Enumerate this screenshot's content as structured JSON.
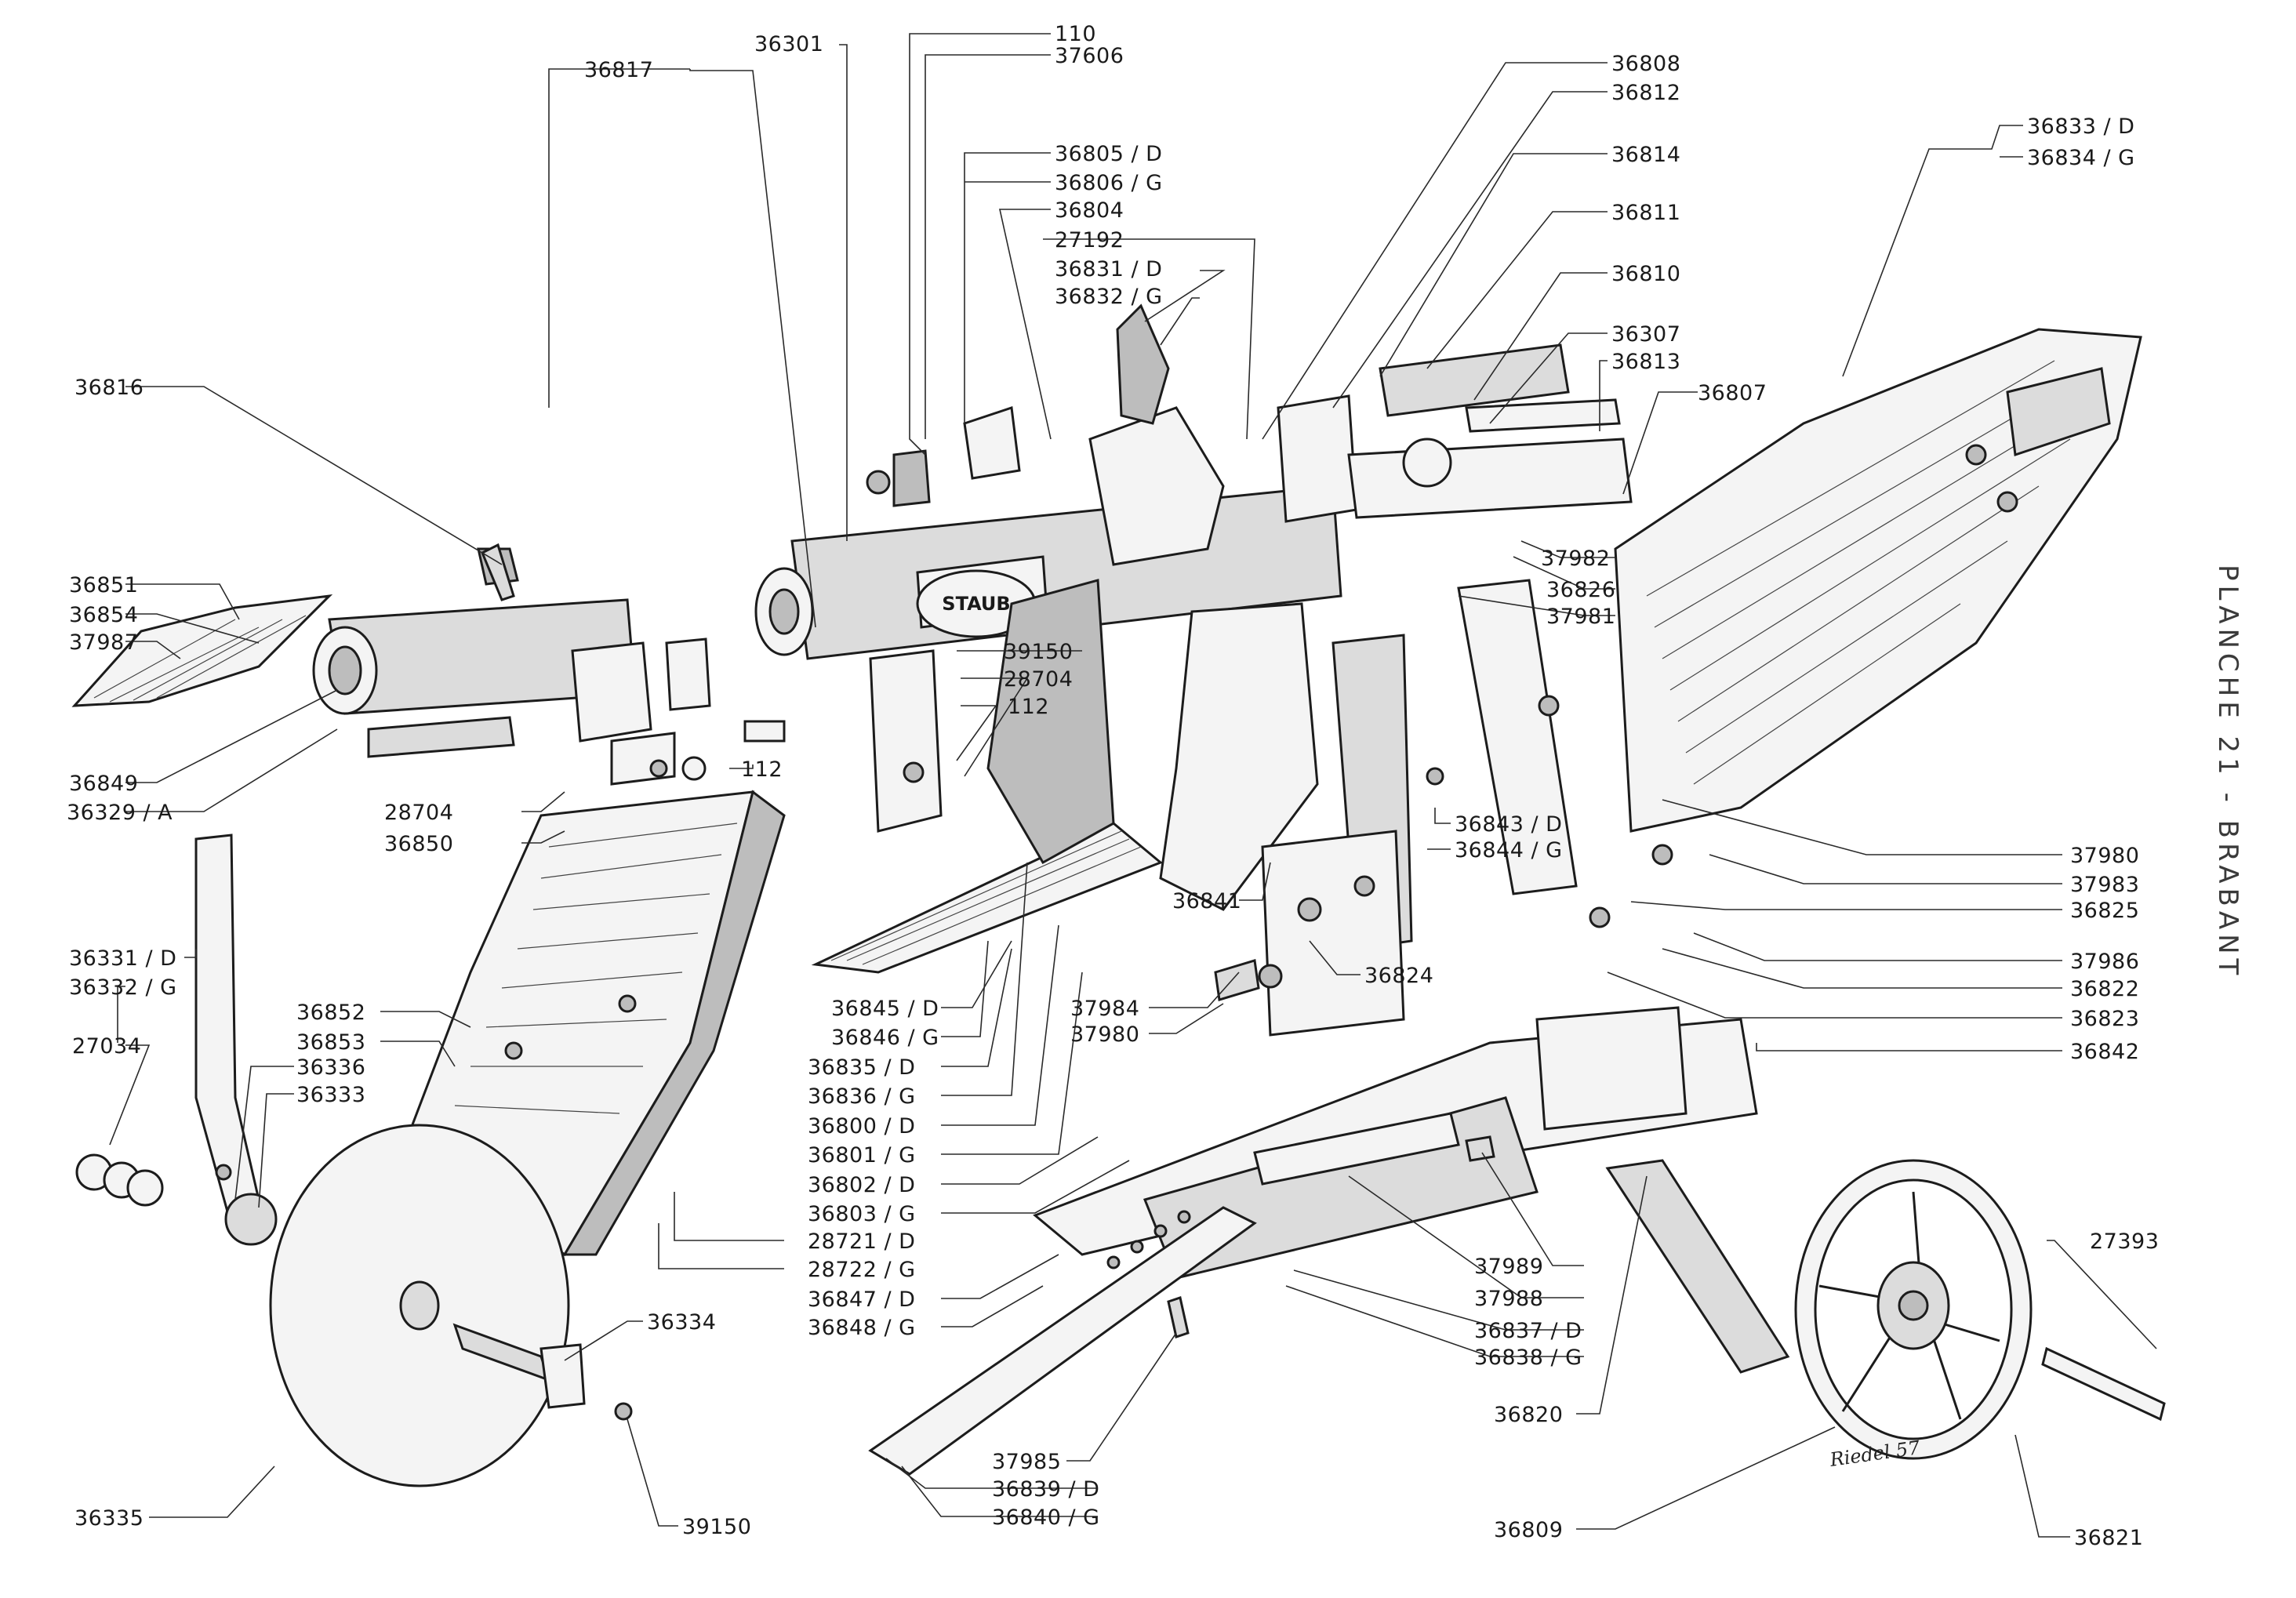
{
  "plate_title": "PLANCHE 21 - BRABANT",
  "brand_plate": "STAUB",
  "signature": "Riedel 57",
  "labels": [
    {
      "id": "l36301",
      "text": "36301"
    },
    {
      "id": "l110",
      "text": "110"
    },
    {
      "id": "l37606",
      "text": "37606"
    },
    {
      "id": "l36817",
      "text": "36817"
    },
    {
      "id": "l36805",
      "text": "36805 / D"
    },
    {
      "id": "l36806",
      "text": "36806 / G"
    },
    {
      "id": "l36804",
      "text": "36804"
    },
    {
      "id": "l27192",
      "text": "27192"
    },
    {
      "id": "l36831",
      "text": "36831 / D"
    },
    {
      "id": "l36832",
      "text": "36832 / G"
    },
    {
      "id": "l36808",
      "text": "36808"
    },
    {
      "id": "l36812",
      "text": "36812"
    },
    {
      "id": "l36814",
      "text": "36814"
    },
    {
      "id": "l36811",
      "text": "36811"
    },
    {
      "id": "l36810",
      "text": "36810"
    },
    {
      "id": "l36307",
      "text": "36307"
    },
    {
      "id": "l36813",
      "text": "36813"
    },
    {
      "id": "l36807",
      "text": "36807"
    },
    {
      "id": "l36833",
      "text": "36833 / D"
    },
    {
      "id": "l36834",
      "text": "36834 / G"
    },
    {
      "id": "l36816",
      "text": "36816"
    },
    {
      "id": "l36851",
      "text": "36851"
    },
    {
      "id": "l36854",
      "text": "36854"
    },
    {
      "id": "l37987",
      "text": "37987"
    },
    {
      "id": "l36849",
      "text": "36849"
    },
    {
      "id": "l36329",
      "text": "36329 / A"
    },
    {
      "id": "l39150a",
      "text": "39150"
    },
    {
      "id": "l28704a",
      "text": "28704"
    },
    {
      "id": "l112a",
      "text": "112"
    },
    {
      "id": "l112b",
      "text": "112"
    },
    {
      "id": "l28704b",
      "text": "28704"
    },
    {
      "id": "l36850",
      "text": "36850"
    },
    {
      "id": "l37982",
      "text": "37982"
    },
    {
      "id": "l36826",
      "text": "36826"
    },
    {
      "id": "l37981",
      "text": "37981"
    },
    {
      "id": "l36843",
      "text": "36843 / D"
    },
    {
      "id": "l36844",
      "text": "36844 / G"
    },
    {
      "id": "l36841",
      "text": "36841"
    },
    {
      "id": "l36824",
      "text": "36824"
    },
    {
      "id": "l37980a",
      "text": "37980"
    },
    {
      "id": "l37983",
      "text": "37983"
    },
    {
      "id": "l36825",
      "text": "36825"
    },
    {
      "id": "l37986",
      "text": "37986"
    },
    {
      "id": "l36822",
      "text": "36822"
    },
    {
      "id": "l36823",
      "text": "36823"
    },
    {
      "id": "l36842",
      "text": "36842"
    },
    {
      "id": "l36331",
      "text": "36331 / D"
    },
    {
      "id": "l36332",
      "text": "36332 / G"
    },
    {
      "id": "l27034",
      "text": "27034"
    },
    {
      "id": "l36852",
      "text": "36852"
    },
    {
      "id": "l36853",
      "text": "36853"
    },
    {
      "id": "l36336",
      "text": "36336"
    },
    {
      "id": "l36333",
      "text": "36333"
    },
    {
      "id": "l36845",
      "text": "36845 / D"
    },
    {
      "id": "l36846",
      "text": "36846 / G"
    },
    {
      "id": "l36835",
      "text": "36835 / D"
    },
    {
      "id": "l36836",
      "text": "36836 / G"
    },
    {
      "id": "l36800",
      "text": "36800 / D"
    },
    {
      "id": "l36801",
      "text": "36801 / G"
    },
    {
      "id": "l36802",
      "text": "36802 / D"
    },
    {
      "id": "l36803",
      "text": "36803 / G"
    },
    {
      "id": "l28721",
      "text": "28721 / D"
    },
    {
      "id": "l28722",
      "text": "28722 / G"
    },
    {
      "id": "l36847",
      "text": "36847 / D"
    },
    {
      "id": "l36848",
      "text": "36848 / G"
    },
    {
      "id": "l37984",
      "text": "37984"
    },
    {
      "id": "l37980b",
      "text": "37980"
    },
    {
      "id": "l37989",
      "text": "37989"
    },
    {
      "id": "l37988",
      "text": "37988"
    },
    {
      "id": "l36837",
      "text": "36837 / D"
    },
    {
      "id": "l36838",
      "text": "36838 / G"
    },
    {
      "id": "l27393",
      "text": "27393"
    },
    {
      "id": "l36334",
      "text": "36334"
    },
    {
      "id": "l36820",
      "text": "36820"
    },
    {
      "id": "l36335",
      "text": "36335"
    },
    {
      "id": "l39150b",
      "text": "39150"
    },
    {
      "id": "l37985",
      "text": "37985"
    },
    {
      "id": "l36839",
      "text": "36839 / D"
    },
    {
      "id": "l36840",
      "text": "36840 / G"
    },
    {
      "id": "l36809",
      "text": "36809"
    },
    {
      "id": "l36821",
      "text": "36821"
    }
  ]
}
